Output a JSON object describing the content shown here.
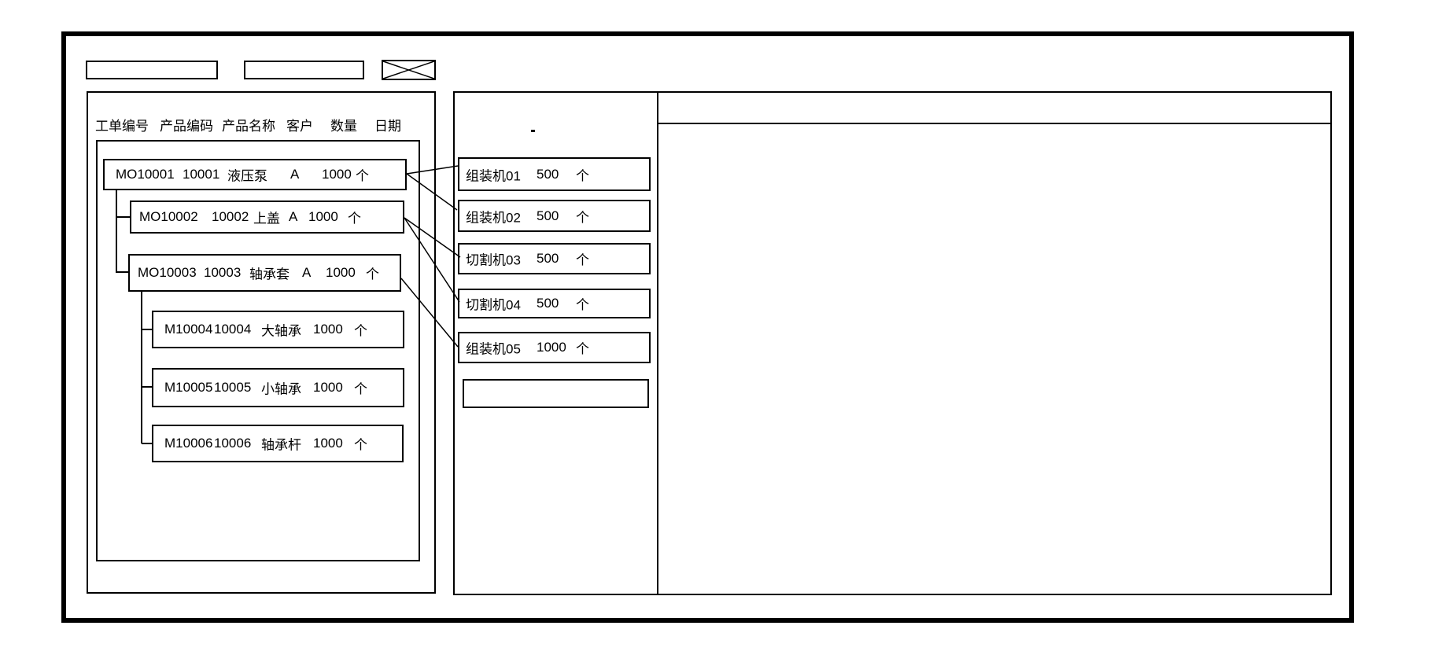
{
  "colors": {
    "line": "#000000",
    "background": "#ffffff"
  },
  "toolbar": {
    "field1_value": "",
    "field2_value": ""
  },
  "orders_panel": {
    "columns": [
      "工单编号",
      "产品编码",
      "产品名称",
      "客户",
      "数量",
      "日期"
    ],
    "rows": [
      {
        "order_no": "MO10001",
        "product_code": "10001",
        "product_name": "液压泵",
        "customer": "A",
        "qty": "1000",
        "unit": "个"
      },
      {
        "order_no": "MO10002",
        "product_code": "10002",
        "product_name": "上盖",
        "customer": "A",
        "qty": "1000",
        "unit": "个"
      },
      {
        "order_no": "MO10003",
        "product_code": "10003",
        "product_name": "轴承套",
        "customer": "A",
        "qty": "1000",
        "unit": "个"
      },
      {
        "order_no": "M10004",
        "product_code": "10004",
        "product_name": "大轴承",
        "customer": "",
        "qty": "1000",
        "unit": "个"
      },
      {
        "order_no": "M10005",
        "product_code": "10005",
        "product_name": "小轴承",
        "customer": "",
        "qty": "1000",
        "unit": "个"
      },
      {
        "order_no": "M10006",
        "product_code": "10006",
        "product_name": "轴承杆",
        "customer": "",
        "qty": "1000",
        "unit": "个"
      }
    ]
  },
  "machines_panel": {
    "rows": [
      {
        "name": "组装机01",
        "qty": "500",
        "unit": "个"
      },
      {
        "name": "组装机02",
        "qty": "500",
        "unit": "个"
      },
      {
        "name": "切割机03",
        "qty": "500",
        "unit": "个"
      },
      {
        "name": "切割机04",
        "qty": "500",
        "unit": "个"
      },
      {
        "name": "组装机05",
        "qty": "1000",
        "unit": "个"
      },
      {
        "name": "",
        "qty": "",
        "unit": ""
      }
    ]
  }
}
